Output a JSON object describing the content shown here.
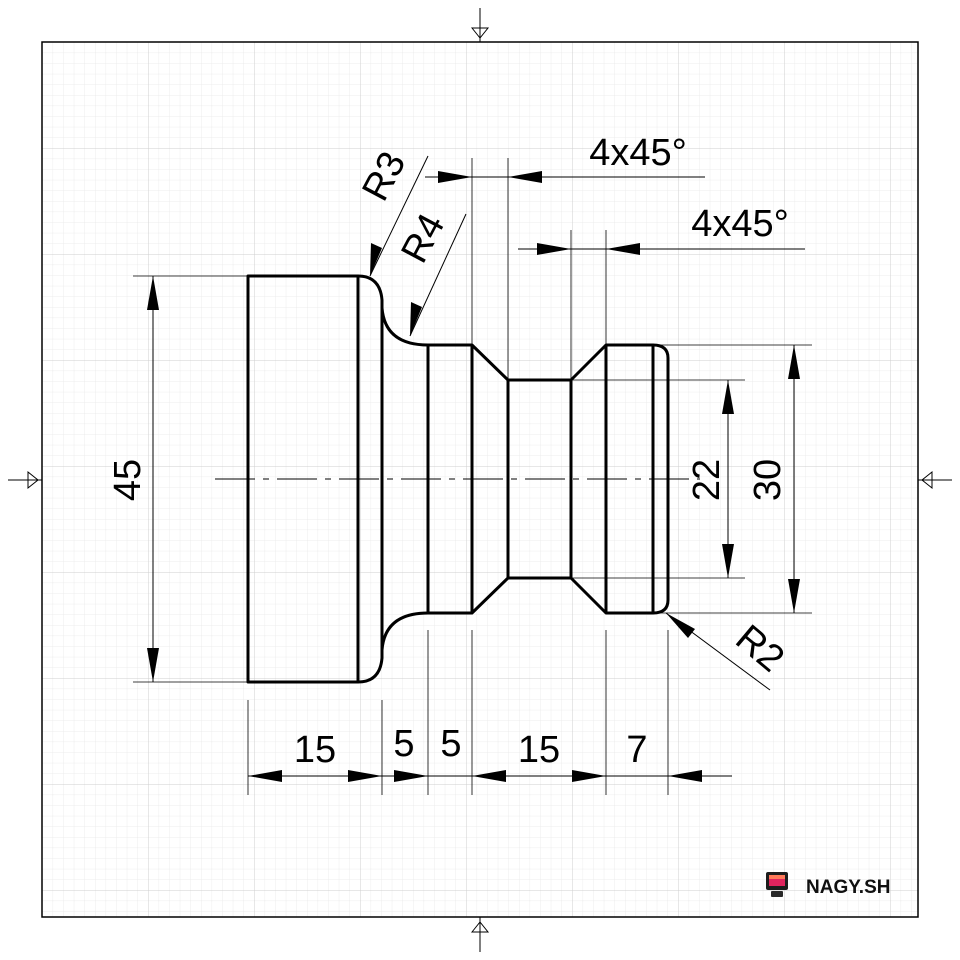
{
  "dimensions": {
    "overall_diameter": "45",
    "groove_diameter": "22",
    "collar_diameter": "30",
    "len_1": "15",
    "len_2": "5",
    "len_3": "5",
    "len_4": "15",
    "len_5": "7"
  },
  "radii": {
    "r_outer": "R3",
    "r_inner": "R4",
    "r_end": "R2"
  },
  "chamfers": {
    "chamfer_top": "4x45°",
    "chamfer_lower": "4x45°"
  },
  "branding": {
    "name": "NAGY.SH",
    "logo_icon": "computer-icon"
  },
  "colors": {
    "line": "#000000",
    "grid_minor": "#e6e6e6",
    "grid_major": "#cfcfcf",
    "logo_accent": "#e0245e"
  }
}
